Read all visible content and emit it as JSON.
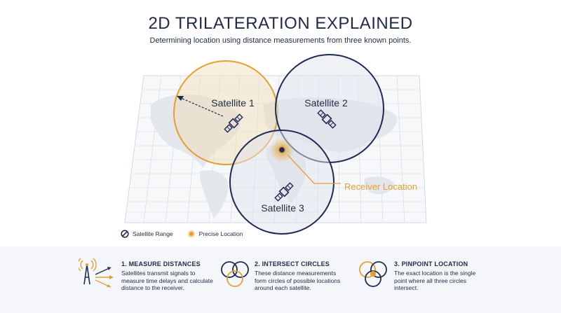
{
  "header": {
    "title": "2D TRILATERATION EXPLAINED",
    "subtitle": "Determining location using distance measurements from three known points."
  },
  "diagram": {
    "satellites": [
      {
        "label": "Satellite 1",
        "color": "#e0a035"
      },
      {
        "label": "Satellite 2",
        "color": "#1f2a55"
      },
      {
        "label": "Satellite 3",
        "color": "#1f2a55"
      }
    ],
    "receiver_label": "Receiver Location"
  },
  "legend": {
    "range_label": "Satellite Range",
    "location_label": "Precise Location"
  },
  "steps": [
    {
      "title": "1. MEASURE DISTANCES",
      "text": [
        "Satellites transmit signals to",
        "measure time delays and calculate",
        "distance to the receiver."
      ]
    },
    {
      "title": "2. INTERSECT CIRCLES",
      "text": [
        "These distance measurements",
        "form circles of possible locations",
        "around each satellite."
      ]
    },
    {
      "title": "3. PINPOINT LOCATION",
      "text": [
        "The exact location is the single",
        "point where all three circles",
        "intersect."
      ]
    }
  ],
  "colors": {
    "navy": "#1f2a55",
    "orange": "#e0a035",
    "grid": "#c9d0da",
    "land": "#e6e9ee"
  }
}
